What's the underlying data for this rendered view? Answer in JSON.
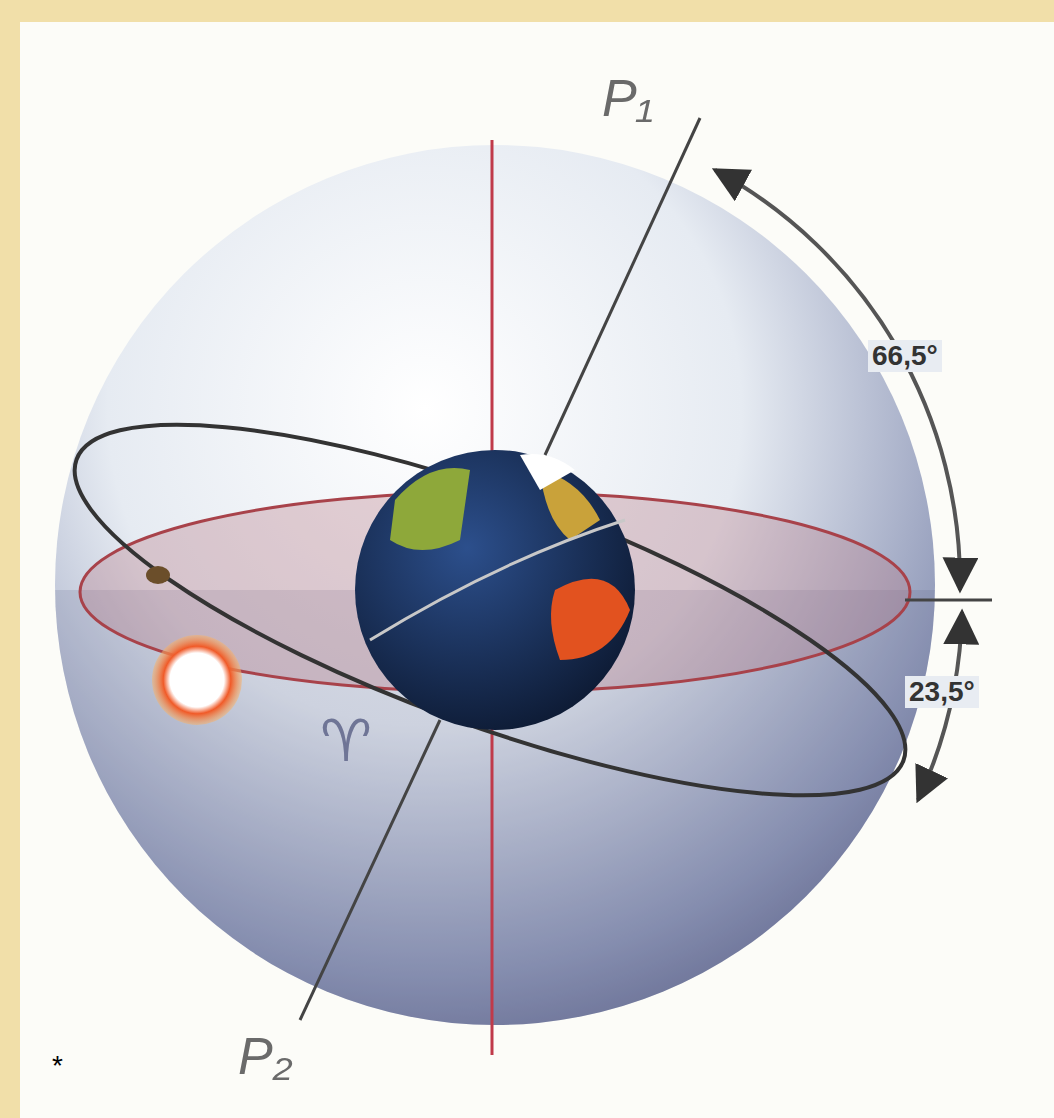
{
  "diagram": {
    "labels": [
      "P₁",
      "66,5°",
      "23,5°",
      "♈",
      "P₂",
      "*"
    ]
  }
}
